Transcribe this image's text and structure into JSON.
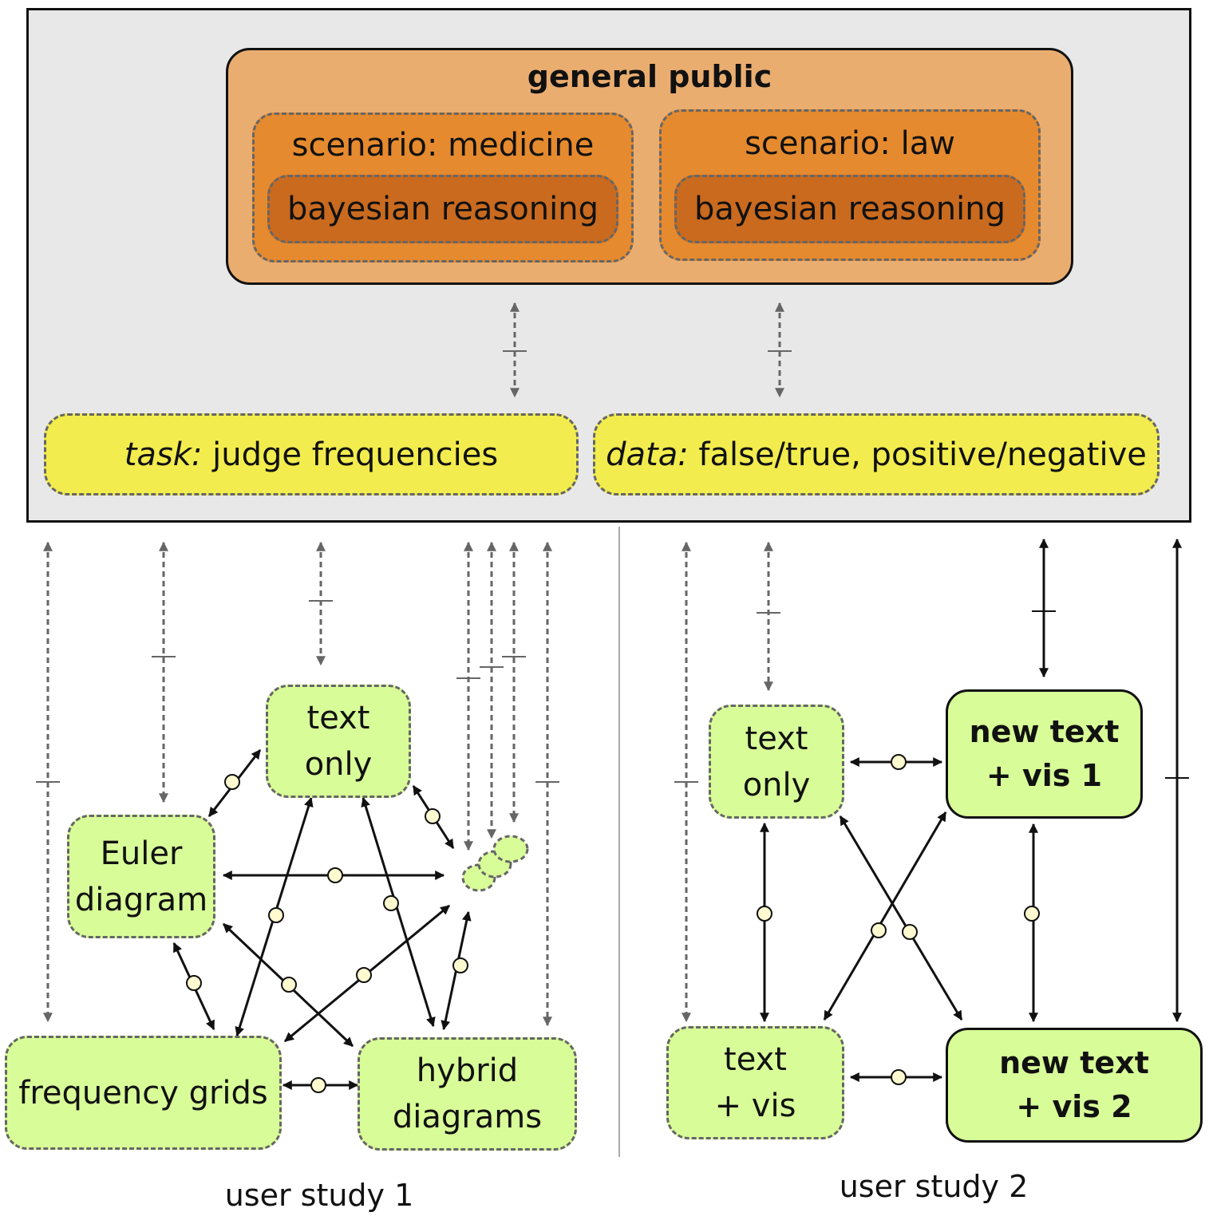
{
  "general_public": {
    "title": "general public",
    "scenario_medicine": "scenario: medicine",
    "scenario_law": "scenario: law",
    "bayesian_medicine": "bayesian reasoning",
    "bayesian_law": "bayesian reasoning"
  },
  "task": {
    "prefix": "task:",
    "text": " judge frequencies"
  },
  "data": {
    "prefix": "data:",
    "text": " false/true, positive/negative"
  },
  "study1": {
    "caption": "user study 1",
    "text_only": [
      "text",
      "only"
    ],
    "euler": [
      "Euler",
      "diagram"
    ],
    "frequency_grids": "frequency grids",
    "hybrid": [
      "hybrid",
      "diagrams"
    ]
  },
  "study2": {
    "caption": "user study 2",
    "text_only": [
      "text",
      "only"
    ],
    "text_vis": [
      "text",
      "+ vis"
    ],
    "new_vis1": [
      "new text",
      "+ vis 1"
    ],
    "new_vis2": [
      "new text",
      "+ vis 2"
    ]
  },
  "colors": {
    "frame_bg": "#e8e8e8",
    "general_public": "#eaad70",
    "scenario": "#e58a2e",
    "bayesian": "#c96a1f",
    "task_data": "#f2ec4e",
    "condition": "#d8fc98"
  }
}
